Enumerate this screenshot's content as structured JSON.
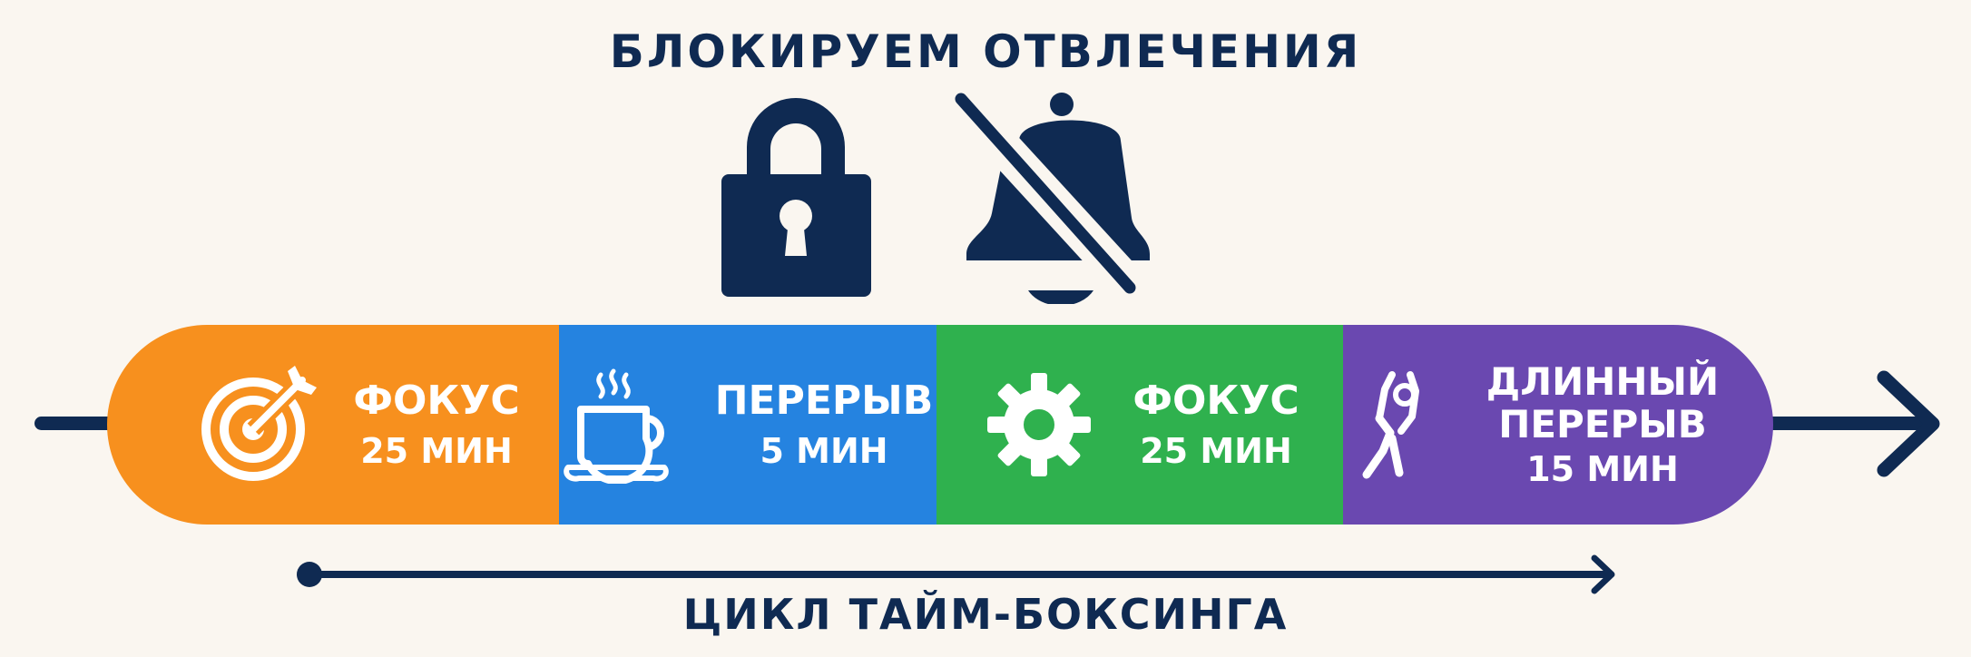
{
  "header": {
    "title": "БЛОКИРУЕМ ОТВЛЕЧЕНИЯ"
  },
  "icons": {
    "lock": "lock-icon",
    "bell": "bell-off-icon"
  },
  "segments": [
    {
      "label": "ФОКУС",
      "sub": "25 МИН",
      "color": "#f7901e",
      "icon": "target-icon"
    },
    {
      "label": "ПЕРЕРЫВ",
      "sub": "5 МИН",
      "color": "#2583e0",
      "icon": "coffee-cup-icon"
    },
    {
      "label": "ФОКУС",
      "sub": "25 МИН",
      "color": "#2fb14e",
      "icon": "gear-icon"
    },
    {
      "label": "ДЛИННЫЙ ПЕРЕРЫВ",
      "sub": "15 МИН",
      "color": "#6a48b0",
      "icon": "stretching-person-icon"
    }
  ],
  "cycle": {
    "label": "ЦИКЛ ТАЙМ-БОКСИНГА"
  },
  "colors": {
    "navy": "#0f2a52",
    "background": "#faf6f0"
  }
}
